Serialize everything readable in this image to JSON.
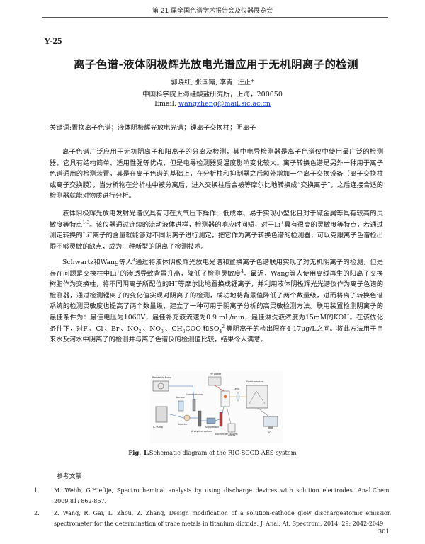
{
  "running_header": "第 21 届全国色谱学术报告会及仪器展览会",
  "paper_id": "Y-25",
  "title": "离子色谱-液体阴极辉光放电光谱应用于无机阴离子的检测",
  "authors": "郭晓红, 张国霞, 李青, 汪正*",
  "affiliation": "中国科学院上海硅酸盐研究所，上海，200050",
  "email_label": "Email: ",
  "email": "wangzheng@mail.sic.ac.cn",
  "keywords": "关键词:置换离子色谱；液体阴极辉光放电光谱；锂离子交换柱；阴离子",
  "paragraphs": {
    "p1": "离子色谱广泛应用于无机阴离子和阳离子的分离及检测，其中电导检测器是离子色谱仪中使用最广泛的检测器，它具有结构简单、适用性强等优点，但是电导检测器受温度影响变化较大。离子转换色谱是另外一种用于离子色谱通用的检测装置，其是在离子色谱的基础上，在分析柱和抑制器之后额外增加一个离子交换设备（离子交换柱或离子交换膜），当分析物在分析柱中被分离后，进入交换柱后会被等摩尔比地转换成“交换离子”，之后连接合适的检测器就能对物质进行分析。",
    "p2_a": "液体阴极辉光放电发射光谱仪具有可在大气压下操作、低成本、易于实现小型化且对于碱金属等具有较高的灵敏度等特点",
    "p2_sup1": "1-3",
    "p2_b": "。该仪器通过连续的流动液体进样，检测器的响应时间短，对于Li",
    "p2_sup2": "+",
    "p2_c": "具有很高的灵敏度等特点，若通过测定转换的Li",
    "p2_sup3": "+",
    "p2_d": "离子的含量就能够对不同阴离子进行测定，把它作为离子转换色谱的检测器，可以克服离子色谱检出限不够灵敏的缺点，成为一种新型的阴离子检测技术。",
    "p3_a": "Schwartz和Wang等人",
    "p3_sup1": "4",
    "p3_b": "通过将液体阴极辉光放电光谱和置换离子色谱联用实现了对无机阴离子的检测，但是存在问题是交换柱中Li",
    "p3_sup2": "+",
    "p3_c": "的渗透导致背景升高，降低了检测灵敏度",
    "p3_sup3": "4",
    "p3_d": "。最近，Wang等人使用离线再生的阳离子交换树脂作为交换柱，将不同阴离子所配位的H",
    "p3_sup4": "+",
    "p3_e": "等摩尔比地置换成锂离子，并利用液体阴极辉光光谱仪作为离子色谱的检测器，通过检测锂离子的变化值实现对阴离子的检测，成功地将背景值降低了两个数量级，进而将离子转换色谱系统的检测灵敏度也提高了两个数量级，建立了一种可用于阴离子分析的高灵敏检测方法。联用装置检测阴离子的最佳条件为：最佳电压为1060V，最佳补充液流速为0.9 mL/min，最佳淋洗液浓度为15mM的KOH。在该优化条件下，对F",
    "p3_sup5": "-",
    "p3_f": "、Cl",
    "p3_sup6": "-",
    "p3_g": "、Br",
    "p3_sup7": "-",
    "p3_h": "、NO",
    "p3_sub1": "2",
    "p3_sup8": "-",
    "p3_i": "、NO",
    "p3_sub2": "3",
    "p3_sup9": "-",
    "p3_j": "、CH",
    "p3_sub3": "3",
    "p3_k": "COO",
    "p3_sup10": "-",
    "p3_l": "和SO",
    "p3_sub4": "4",
    "p3_sup11": "2-",
    "p3_m": "等阴离子的检出限在4-17μg/L之间。将此方法用于自来水及河水中阴离子的检测并与离子色谱仪的检测值比较，结果令人满意。"
  },
  "figure_labels": {
    "pump": "Peristaltic Pump",
    "ic": "IC Pump",
    "sample": "Sample",
    "guard": "Guard column",
    "injector": "Injector",
    "anal": "Analytical column",
    "suppressor": "Suppressor",
    "exchanger": "Exchanger column",
    "hv": "HV power",
    "lens": "Lens",
    "spec": "Spectrometer",
    "pc": "PC",
    "waste": "Waste"
  },
  "caption_bold": "Fig. 1.",
  "caption": "Schematic diagram of the RIC-SCGD-AES system",
  "refs_title": "参考文献",
  "references": [
    {
      "num": "1.",
      "text": "M. Webb, G.Hieftje, Spectrochemical analysis by using discharge devices with solution electrodes, Anal.Chem. 2009,81: 862-867."
    },
    {
      "num": "2.",
      "text": "Z. Wang, R. Gai, L. Zhou, Z. Zhang, Design modification of a solution-cathode glow dischargeatomic emission spectrometer for the determination of trace metals in titanium dioxide, J. Anal. At. Spectrom. 2014, 29: 2042-2049"
    }
  ],
  "page_number": "301"
}
